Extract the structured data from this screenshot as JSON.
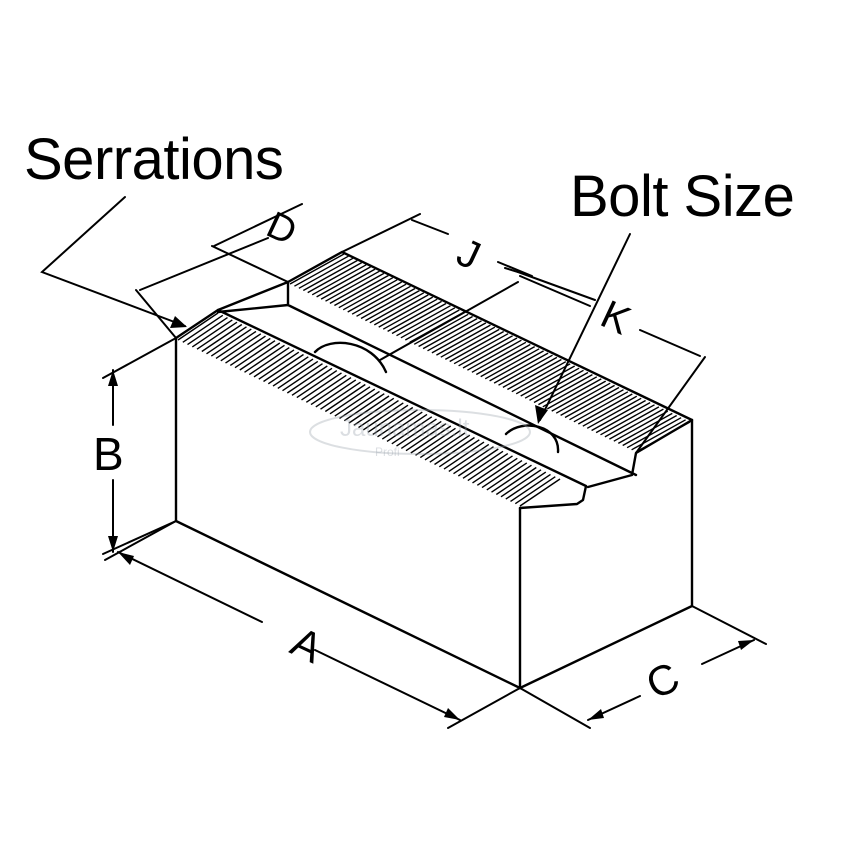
{
  "callouts": {
    "serrations": "Serrations",
    "bolt_size": "Bolt Size"
  },
  "dimensions": {
    "a": "A",
    "b": "B",
    "c": "C",
    "d": "D",
    "j": "J",
    "k": "K"
  },
  "watermark": {
    "main": "Jaunamas.lt",
    "sub": "Profi"
  },
  "colors": {
    "ink": "#000000",
    "paper": "#ffffff"
  }
}
